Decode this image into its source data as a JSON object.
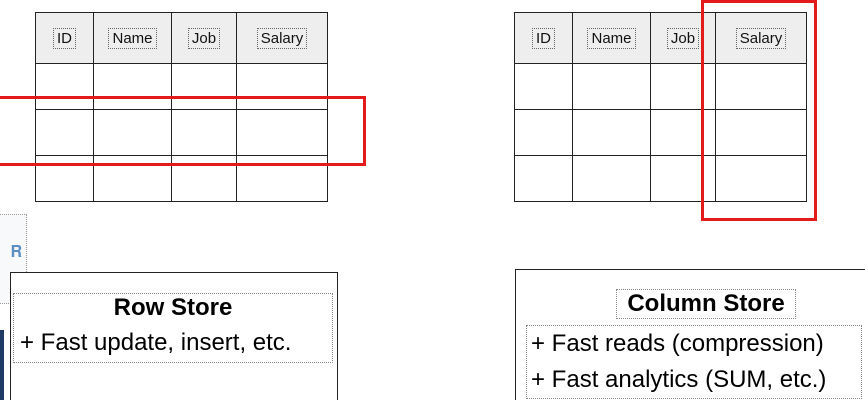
{
  "row_table": {
    "headers": [
      "ID",
      "Name",
      "Job",
      "Salary"
    ],
    "body_rows": 3
  },
  "column_table": {
    "headers": [
      "ID",
      "Name",
      "Job",
      "Salary"
    ],
    "body_rows": 3
  },
  "row_store": {
    "title": "Row Store",
    "points": [
      "+ Fast update, insert, etc."
    ]
  },
  "column_store": {
    "title": "Column Store",
    "points": [
      "+ Fast reads (compression)",
      "+ Fast analytics (SUM, etc.)"
    ]
  },
  "colors": {
    "highlight": "#e31b1b",
    "header_fill": "#eeeeee",
    "border": "#222222"
  }
}
